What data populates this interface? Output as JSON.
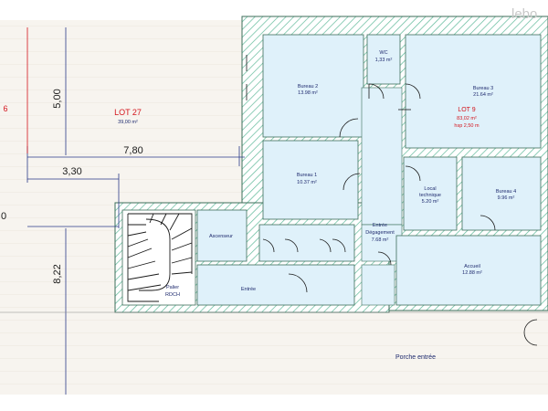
{
  "watermark": "lebo",
  "rooms": {
    "lot27": {
      "name": "LOT 27",
      "area": "39,00 m²"
    },
    "lot_left_fragment": "6",
    "bureau2": {
      "name": "Bureau 2",
      "area": "13.98 m²"
    },
    "wc": {
      "name": "WC",
      "area": "1,33 m²"
    },
    "bureau3": {
      "name": "Bureau 3",
      "area": "21.64 m²"
    },
    "lot9": {
      "name": "LOT 9",
      "area": "83,02 m²",
      "hsp": "hsp 2,50 m"
    },
    "bureau1": {
      "name": "Bureau 1",
      "area": "10.37 m²"
    },
    "local_tech": {
      "name1": "Local",
      "name2": "technique",
      "area": "5.20 m²"
    },
    "bureau4": {
      "name": "Bureau 4",
      "area": "9.96 m²"
    },
    "degagement": {
      "name1": "Entrée",
      "name2": "Dégagement",
      "area": "7.68 m²"
    },
    "ascenseur": {
      "name": "Ascenseur"
    },
    "accueil": {
      "name": "Accueil",
      "area": "12.88 m²"
    },
    "palier": {
      "name1": "Palier",
      "name2": "RDCH"
    },
    "entree": {
      "name": "Entrée"
    },
    "porche": {
      "name": "Porche entrée"
    }
  },
  "dimensions": {
    "d500": "5,00",
    "d780": "7,80",
    "d330": "3,30",
    "d822": "8,22",
    "left_fragment": "0"
  },
  "colors": {
    "room_fill": "#dff1fa",
    "hatch": "#5fb99a",
    "wall": "#3d6e5a",
    "text_blue": "#1e2a6e",
    "text_red": "#d4141c",
    "porch_fill": "#f7f4ef",
    "dim_line": "#2a3a8a",
    "red_line": "#d4141c"
  }
}
